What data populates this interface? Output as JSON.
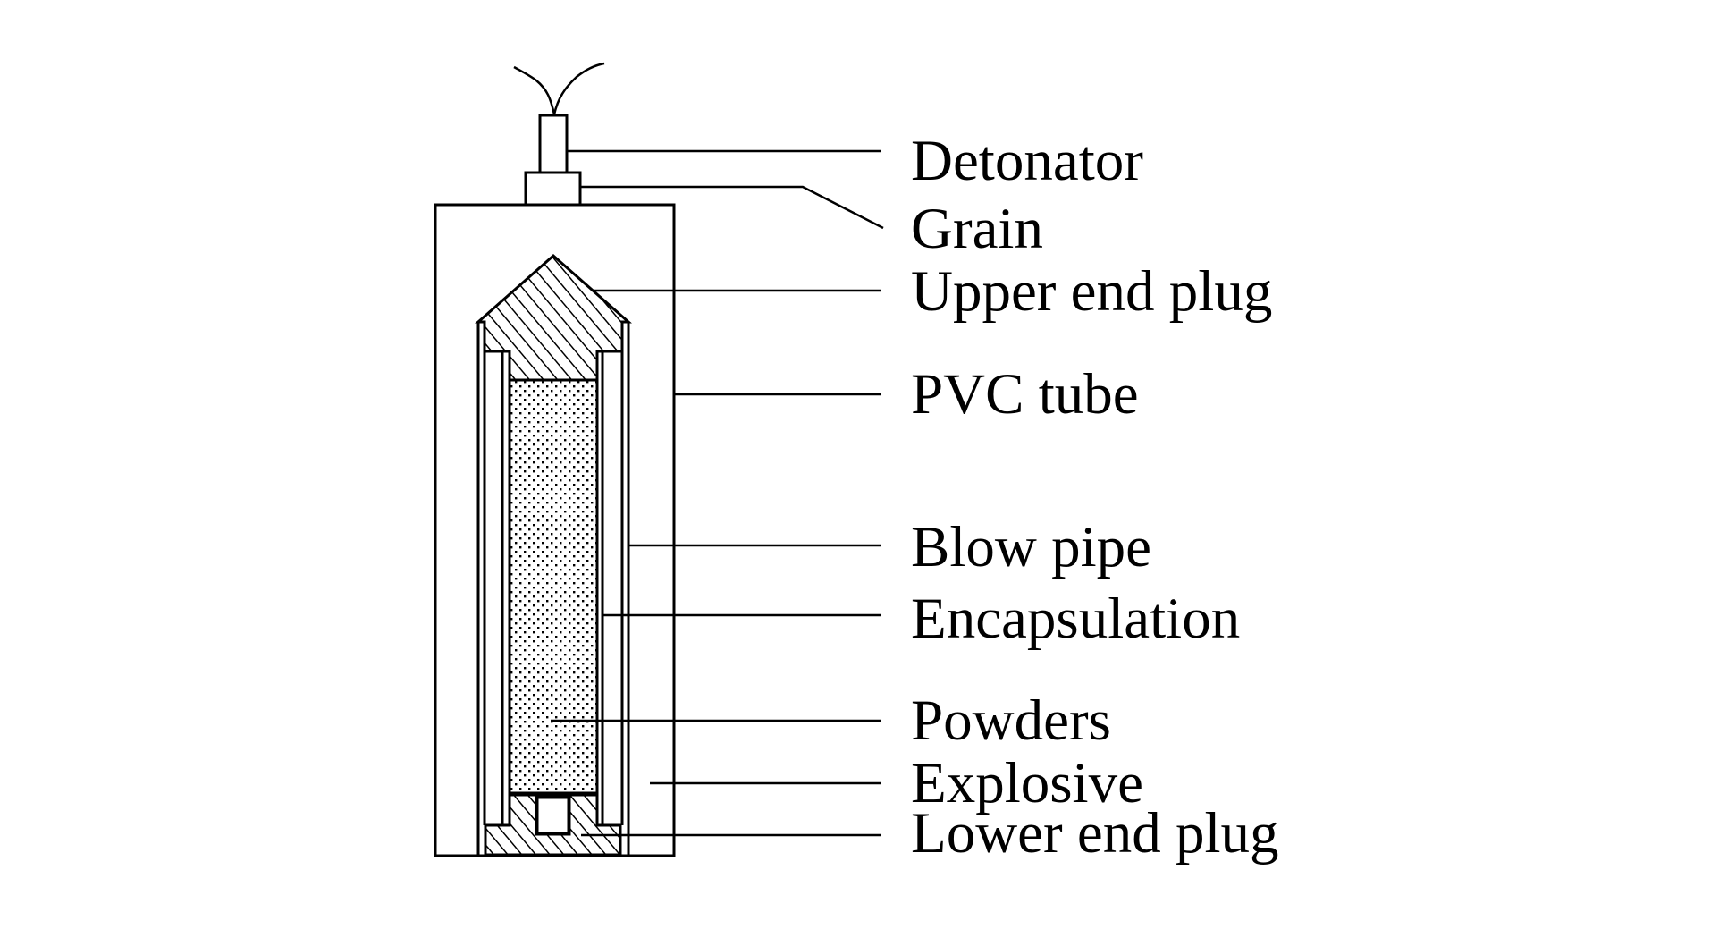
{
  "figure": {
    "type": "cross-section schematic",
    "subject": "explosive charge assembly in PVC tube",
    "colors": {
      "line": "#000000",
      "background": "#ffffff"
    }
  },
  "labels": [
    {
      "id": "detonator",
      "text": "Detonator"
    },
    {
      "id": "grain",
      "text": "Grain"
    },
    {
      "id": "upper-end-plug",
      "text": "Upper end plug"
    },
    {
      "id": "pvc-tube",
      "text": "PVC tube"
    },
    {
      "id": "blow-pipe",
      "text": "Blow pipe"
    },
    {
      "id": "encapsulation",
      "text": "Encapsulation"
    },
    {
      "id": "powders",
      "text": "Powders"
    },
    {
      "id": "explosive",
      "text": "Explosive"
    },
    {
      "id": "lower-end-plug",
      "text": "Lower end plug"
    }
  ]
}
